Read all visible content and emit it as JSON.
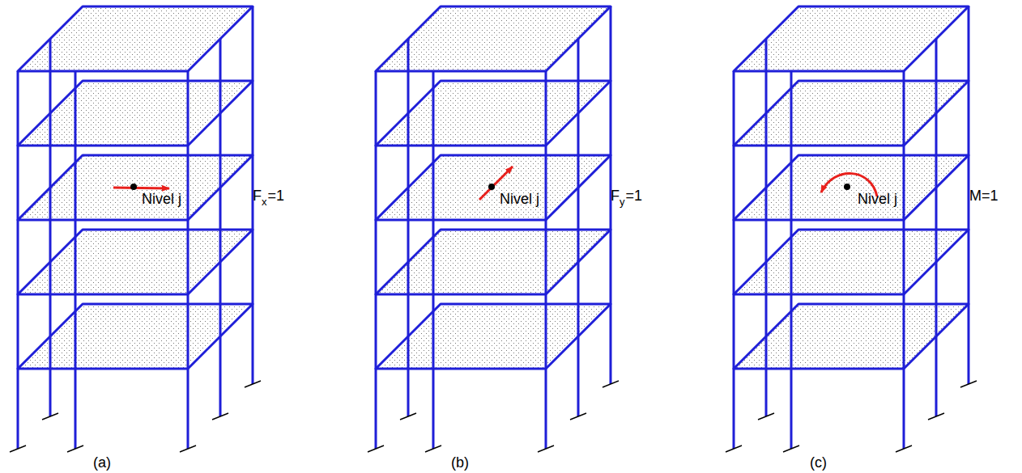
{
  "diagram": {
    "labels": [
      "Nivel j",
      "F",
      "x",
      "=1",
      "Nivel j",
      "F",
      "y",
      "=1",
      "Nivel j",
      "M=1",
      "(a)",
      "(b)",
      "(c)"
    ]
  }
}
